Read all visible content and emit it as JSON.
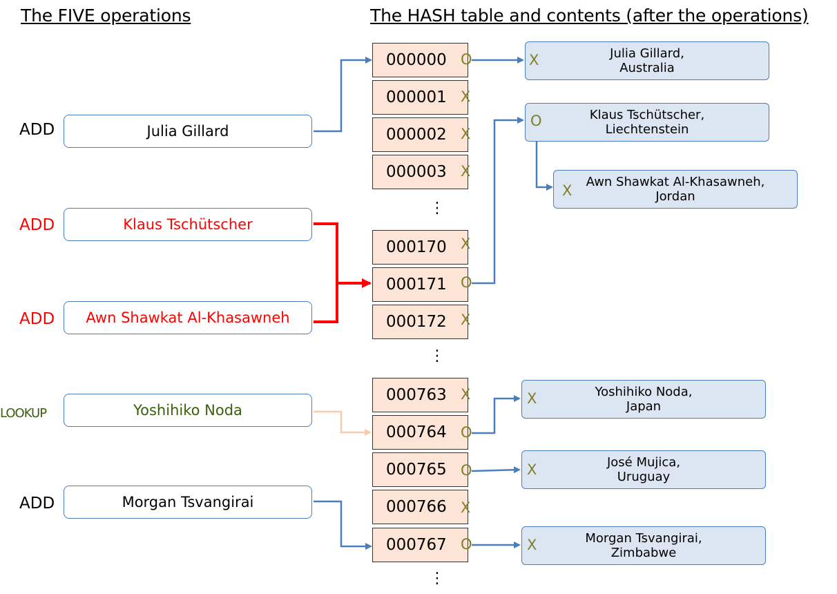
{
  "headers": {
    "left": "The FIVE operations",
    "right": "The HASH table and contents (after the operations)"
  },
  "operations": [
    {
      "label": "ADD",
      "name": "Julia Gillard",
      "color": "#000000"
    },
    {
      "label": "ADD",
      "name": "Klaus Tschütscher",
      "color": "#ff0000"
    },
    {
      "label": "ADD",
      "name": "Awn Shawkat Al-Khasawneh",
      "color": "#ff0000"
    },
    {
      "label": "LOOKUP",
      "name": "Yoshihiko Noda",
      "color": "#3a5f0b"
    },
    {
      "label": "ADD",
      "name": "Morgan Tsvangirai",
      "color": "#000000"
    }
  ],
  "slots": [
    {
      "id": "000000",
      "mark": "O"
    },
    {
      "id": "000001",
      "mark": "X"
    },
    {
      "id": "000002",
      "mark": "X"
    },
    {
      "id": "000003",
      "mark": "X"
    },
    {
      "id": "000170",
      "mark": "X"
    },
    {
      "id": "000171",
      "mark": "O"
    },
    {
      "id": "000172",
      "mark": "X"
    },
    {
      "id": "000763",
      "mark": "X"
    },
    {
      "id": "000764",
      "mark": "O"
    },
    {
      "id": "000765",
      "mark": "O"
    },
    {
      "id": "000766",
      "mark": "X"
    },
    {
      "id": "000767",
      "mark": "O"
    }
  ],
  "ellipsis": "⋮",
  "nodes": [
    {
      "line1": "Julia Gillard,",
      "line2": "Australia",
      "mark": "X"
    },
    {
      "line1": "Klaus Tschütscher,",
      "line2": "Liechtenstein",
      "mark": "O"
    },
    {
      "line1": "Awn Shawkat Al-Khasawneh,",
      "line2": "Jordan",
      "mark": "X"
    },
    {
      "line1": "Yoshihiko Noda,",
      "line2": "Japan",
      "mark": "X"
    },
    {
      "line1": "José Mujica,",
      "line2": "Uruguay",
      "mark": "X"
    },
    {
      "line1": "Morgan Tsvangirai,",
      "line2": "Zimbabwe",
      "mark": "X"
    }
  ],
  "colors": {
    "arrow_blue": "#4a7ebb",
    "arrow_red": "#ff0000",
    "arrow_peach": "#f8cbad",
    "slot_fill": "#fce4d6",
    "node_fill": "#dce6f2",
    "mark_color": "#7f7f2a"
  }
}
